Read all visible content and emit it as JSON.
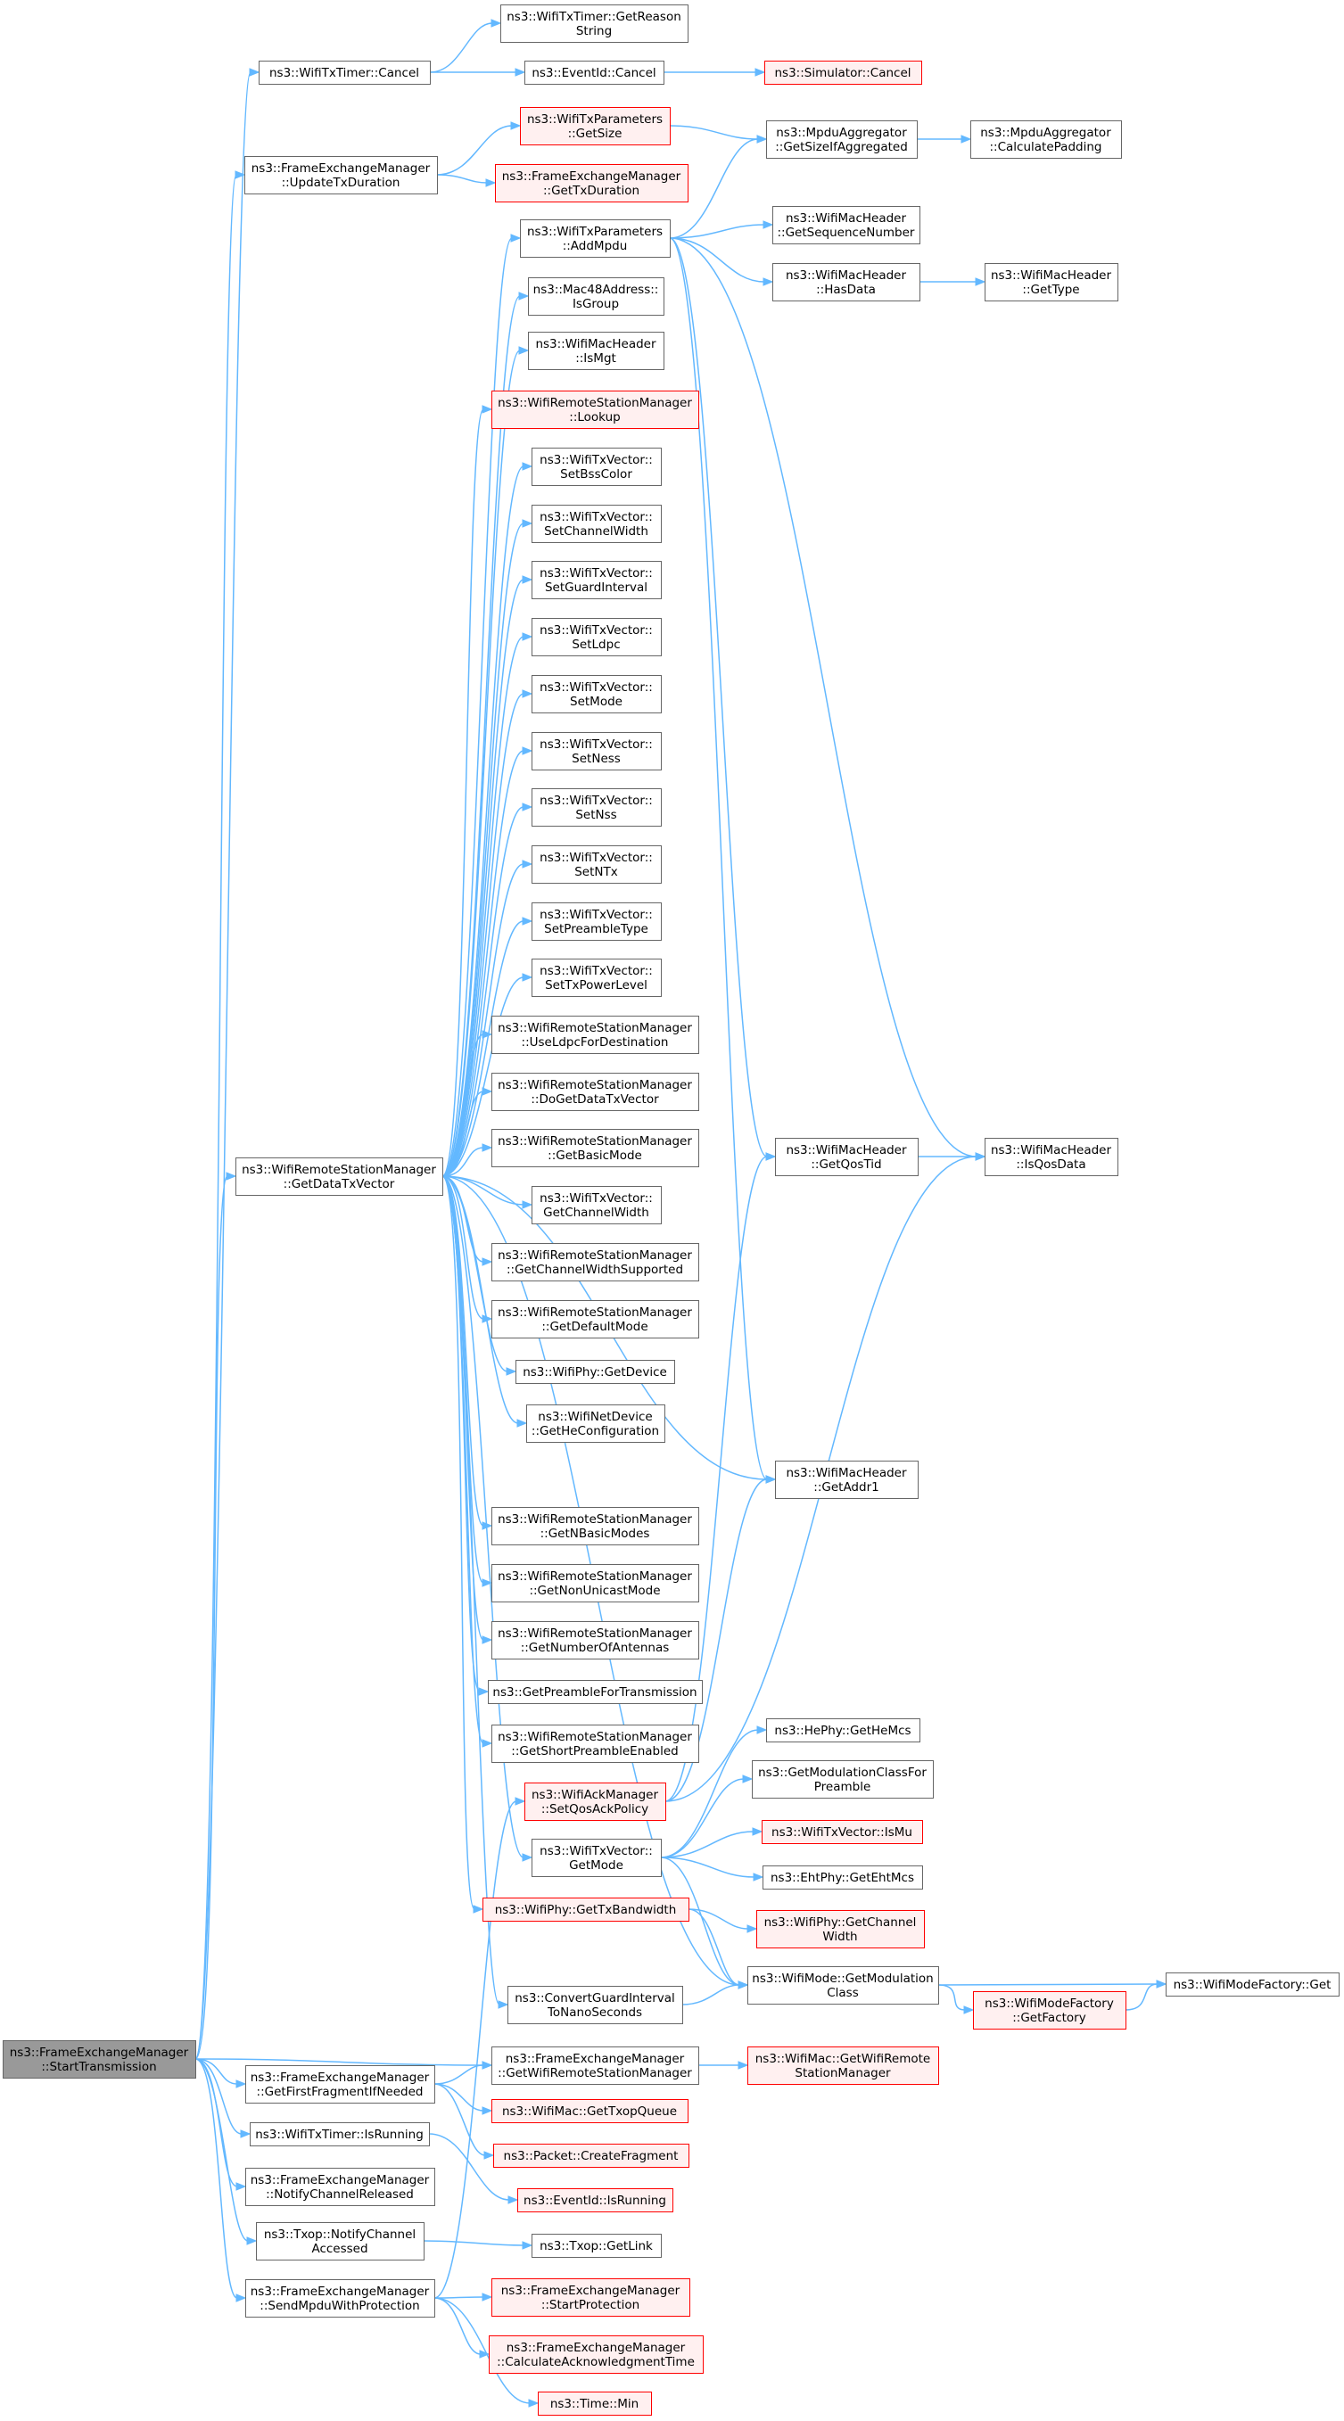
{
  "colors": {
    "edge": "#63b8ff",
    "node_fill": "#ffffff",
    "node_border": "#666666",
    "missing_fill": "#fff0f0",
    "missing_border": "#ff0000",
    "root_fill": "#999999",
    "root_border": "#666666"
  },
  "nodes": [
    {
      "id": "root",
      "lines": [
        "ns3::FrameExchangeManager",
        "::StartTransmission"
      ],
      "style": "root"
    },
    {
      "id": "txTimerCancel",
      "lines": [
        "ns3::WifiTxTimer::Cancel"
      ],
      "style": "normal"
    },
    {
      "id": "getReasonString",
      "lines": [
        "ns3::WifiTxTimer::GetReason",
        "String"
      ],
      "style": "normal"
    },
    {
      "id": "eventIdCancel",
      "lines": [
        "ns3::EventId::Cancel"
      ],
      "style": "normal"
    },
    {
      "id": "simulatorCancel",
      "lines": [
        "ns3::Simulator::Cancel"
      ],
      "style": "missing"
    },
    {
      "id": "updateTxDuration",
      "lines": [
        "ns3::FrameExchangeManager",
        "::UpdateTxDuration"
      ],
      "style": "normal"
    },
    {
      "id": "paramsGetSize",
      "lines": [
        "ns3::WifiTxParameters",
        "::GetSize"
      ],
      "style": "missing"
    },
    {
      "id": "getTxDuration",
      "lines": [
        "ns3::FrameExchangeManager",
        "::GetTxDuration"
      ],
      "style": "missing"
    },
    {
      "id": "getSizeIfAgg",
      "lines": [
        "ns3::MpduAggregator",
        "::GetSizeIfAggregated"
      ],
      "style": "normal"
    },
    {
      "id": "calcPadding",
      "lines": [
        "ns3::MpduAggregator",
        "::CalculatePadding"
      ],
      "style": "normal"
    },
    {
      "id": "addMpdu",
      "lines": [
        "ns3::WifiTxParameters",
        "::AddMpdu"
      ],
      "style": "normal"
    },
    {
      "id": "getSeqNum",
      "lines": [
        "ns3::WifiMacHeader",
        "::GetSequenceNumber"
      ],
      "style": "normal"
    },
    {
      "id": "hasData",
      "lines": [
        "ns3::WifiMacHeader",
        "::HasData"
      ],
      "style": "normal"
    },
    {
      "id": "getType",
      "lines": [
        "ns3::WifiMacHeader",
        "::GetType"
      ],
      "style": "normal"
    },
    {
      "id": "isGroup",
      "lines": [
        "ns3::Mac48Address::",
        "IsGroup"
      ],
      "style": "normal"
    },
    {
      "id": "isMgt",
      "lines": [
        "ns3::WifiMacHeader",
        "::IsMgt"
      ],
      "style": "normal"
    },
    {
      "id": "lookup",
      "lines": [
        "ns3::WifiRemoteStationManager",
        "::Lookup"
      ],
      "style": "missing"
    },
    {
      "id": "setBssColor",
      "lines": [
        "ns3::WifiTxVector::",
        "SetBssColor"
      ],
      "style": "normal"
    },
    {
      "id": "setChannelWidth",
      "lines": [
        "ns3::WifiTxVector::",
        "SetChannelWidth"
      ],
      "style": "normal"
    },
    {
      "id": "setGuardInterval",
      "lines": [
        "ns3::WifiTxVector::",
        "SetGuardInterval"
      ],
      "style": "normal"
    },
    {
      "id": "setLdpc",
      "lines": [
        "ns3::WifiTxVector::",
        "SetLdpc"
      ],
      "style": "normal"
    },
    {
      "id": "setMode",
      "lines": [
        "ns3::WifiTxVector::",
        "SetMode"
      ],
      "style": "normal"
    },
    {
      "id": "setNess",
      "lines": [
        "ns3::WifiTxVector::",
        "SetNess"
      ],
      "style": "normal"
    },
    {
      "id": "setNss",
      "lines": [
        "ns3::WifiTxVector::",
        "SetNss"
      ],
      "style": "normal"
    },
    {
      "id": "setNTx",
      "lines": [
        "ns3::WifiTxVector::",
        "SetNTx"
      ],
      "style": "normal"
    },
    {
      "id": "setPreambleType",
      "lines": [
        "ns3::WifiTxVector::",
        "SetPreambleType"
      ],
      "style": "normal"
    },
    {
      "id": "setTxPowerLevel",
      "lines": [
        "ns3::WifiTxVector::",
        "SetTxPowerLevel"
      ],
      "style": "normal"
    },
    {
      "id": "useLdpc",
      "lines": [
        "ns3::WifiRemoteStationManager",
        "::UseLdpcForDestination"
      ],
      "style": "normal"
    },
    {
      "id": "doGetDataTxVector",
      "lines": [
        "ns3::WifiRemoteStationManager",
        "::DoGetDataTxVector"
      ],
      "style": "normal"
    },
    {
      "id": "getDataTxVector",
      "lines": [
        "ns3::WifiRemoteStationManager",
        "::GetDataTxVector"
      ],
      "style": "normal"
    },
    {
      "id": "getBasicMode",
      "lines": [
        "ns3::WifiRemoteStationManager",
        "::GetBasicMode"
      ],
      "style": "normal"
    },
    {
      "id": "getQosTid",
      "lines": [
        "ns3::WifiMacHeader",
        "::GetQosTid"
      ],
      "style": "normal"
    },
    {
      "id": "isQosData",
      "lines": [
        "ns3::WifiMacHeader",
        "::IsQosData"
      ],
      "style": "normal"
    },
    {
      "id": "getChannelWidth",
      "lines": [
        "ns3::WifiTxVector::",
        "GetChannelWidth"
      ],
      "style": "normal"
    },
    {
      "id": "getChWidthSupported",
      "lines": [
        "ns3::WifiRemoteStationManager",
        "::GetChannelWidthSupported"
      ],
      "style": "normal"
    },
    {
      "id": "getDefaultMode",
      "lines": [
        "ns3::WifiRemoteStationManager",
        "::GetDefaultMode"
      ],
      "style": "normal"
    },
    {
      "id": "phyGetDevice",
      "lines": [
        "ns3::WifiPhy::GetDevice"
      ],
      "style": "normal"
    },
    {
      "id": "getHeConfig",
      "lines": [
        "ns3::WifiNetDevice",
        "::GetHeConfiguration"
      ],
      "style": "normal"
    },
    {
      "id": "getAddr1",
      "lines": [
        "ns3::WifiMacHeader",
        "::GetAddr1"
      ],
      "style": "normal"
    },
    {
      "id": "getNBasicModes",
      "lines": [
        "ns3::WifiRemoteStationManager",
        "::GetNBasicModes"
      ],
      "style": "normal"
    },
    {
      "id": "getNonUnicastMode",
      "lines": [
        "ns3::WifiRemoteStationManager",
        "::GetNonUnicastMode"
      ],
      "style": "normal"
    },
    {
      "id": "getNumAntennas",
      "lines": [
        "ns3::WifiRemoteStationManager",
        "::GetNumberOfAntennas"
      ],
      "style": "normal"
    },
    {
      "id": "getPreambleForTx",
      "lines": [
        "ns3::GetPreambleForTransmission"
      ],
      "style": "normal"
    },
    {
      "id": "getShortPreamble",
      "lines": [
        "ns3::WifiRemoteStationManager",
        "::GetShortPreambleEnabled"
      ],
      "style": "normal"
    },
    {
      "id": "hePhyGetHeMcs",
      "lines": [
        "ns3::HePhy::GetHeMcs"
      ],
      "style": "normal"
    },
    {
      "id": "setQosAckPolicy",
      "lines": [
        "ns3::WifiAckManager",
        "::SetQosAckPolicy"
      ],
      "style": "missing"
    },
    {
      "id": "getModClassForPreamble",
      "lines": [
        "ns3::GetModulationClassFor",
        "Preamble"
      ],
      "style": "normal"
    },
    {
      "id": "txVectorGetMode",
      "lines": [
        "ns3::WifiTxVector::",
        "GetMode"
      ],
      "style": "normal"
    },
    {
      "id": "isMu",
      "lines": [
        "ns3::WifiTxVector::IsMu"
      ],
      "style": "missing"
    },
    {
      "id": "getEhtMcs",
      "lines": [
        "ns3::EhtPhy::GetEhtMcs"
      ],
      "style": "normal"
    },
    {
      "id": "getTxBandwidth",
      "lines": [
        "ns3::WifiPhy::GetTxBandwidth"
      ],
      "style": "missing"
    },
    {
      "id": "phyGetChannelWidth",
      "lines": [
        "ns3::WifiPhy::GetChannel",
        "Width"
      ],
      "style": "missing"
    },
    {
      "id": "convertGI",
      "lines": [
        "ns3::ConvertGuardInterval",
        "ToNanoSeconds"
      ],
      "style": "normal"
    },
    {
      "id": "getModulationClass",
      "lines": [
        "ns3::WifiMode::GetModulation",
        "Class"
      ],
      "style": "normal"
    },
    {
      "id": "modeFactoryGet",
      "lines": [
        "ns3::WifiModeFactory::Get"
      ],
      "style": "normal"
    },
    {
      "id": "getFactory",
      "lines": [
        "ns3::WifiModeFactory",
        "::GetFactory"
      ],
      "style": "missing"
    },
    {
      "id": "getWifiRsm",
      "lines": [
        "ns3::FrameExchangeManager",
        "::GetWifiRemoteStationManager"
      ],
      "style": "normal"
    },
    {
      "id": "macGetWifiRsm",
      "lines": [
        "ns3::WifiMac::GetWifiRemote",
        "StationManager"
      ],
      "style": "missing"
    },
    {
      "id": "getFirstFragment",
      "lines": [
        "ns3::FrameExchangeManager",
        "::GetFirstFragmentIfNeeded"
      ],
      "style": "normal"
    },
    {
      "id": "getTxopQueue",
      "lines": [
        "ns3::WifiMac::GetTxopQueue"
      ],
      "style": "missing"
    },
    {
      "id": "txTimerIsRunning",
      "lines": [
        "ns3::WifiTxTimer::IsRunning"
      ],
      "style": "normal"
    },
    {
      "id": "createFragment",
      "lines": [
        "ns3::Packet::CreateFragment"
      ],
      "style": "missing"
    },
    {
      "id": "notifyChReleased",
      "lines": [
        "ns3::FrameExchangeManager",
        "::NotifyChannelReleased"
      ],
      "style": "normal"
    },
    {
      "id": "eventIdIsRunning",
      "lines": [
        "ns3::EventId::IsRunning"
      ],
      "style": "missing"
    },
    {
      "id": "notifyChAccessed",
      "lines": [
        "ns3::Txop::NotifyChannel",
        "Accessed"
      ],
      "style": "normal"
    },
    {
      "id": "txopGetLink",
      "lines": [
        "ns3::Txop::GetLink"
      ],
      "style": "normal"
    },
    {
      "id": "sendMpduWithProt",
      "lines": [
        "ns3::FrameExchangeManager",
        "::SendMpduWithProtection"
      ],
      "style": "normal"
    },
    {
      "id": "startProtection",
      "lines": [
        "ns3::FrameExchangeManager",
        "::StartProtection"
      ],
      "style": "missing"
    },
    {
      "id": "calcAckTime",
      "lines": [
        "ns3::FrameExchangeManager",
        "::CalculateAcknowledgmentTime"
      ],
      "style": "missing"
    },
    {
      "id": "timeMin",
      "lines": [
        "ns3::Time::Min"
      ],
      "style": "missing"
    }
  ],
  "edges": [
    [
      "root",
      "txTimerCancel"
    ],
    [
      "root",
      "updateTxDuration"
    ],
    [
      "root",
      "getDataTxVector"
    ],
    [
      "root",
      "getWifiRsm"
    ],
    [
      "root",
      "getFirstFragment"
    ],
    [
      "root",
      "txTimerIsRunning"
    ],
    [
      "root",
      "notifyChReleased"
    ],
    [
      "root",
      "notifyChAccessed"
    ],
    [
      "root",
      "sendMpduWithProt"
    ],
    [
      "txTimerCancel",
      "getReasonString"
    ],
    [
      "txTimerCancel",
      "eventIdCancel"
    ],
    [
      "eventIdCancel",
      "simulatorCancel"
    ],
    [
      "updateTxDuration",
      "paramsGetSize"
    ],
    [
      "updateTxDuration",
      "getTxDuration"
    ],
    [
      "paramsGetSize",
      "getSizeIfAgg"
    ],
    [
      "getSizeIfAgg",
      "calcPadding"
    ],
    [
      "addMpdu",
      "getSizeIfAgg"
    ],
    [
      "addMpdu",
      "getSeqNum"
    ],
    [
      "addMpdu",
      "hasData"
    ],
    [
      "addMpdu",
      "getQosTid"
    ],
    [
      "addMpdu",
      "isQosData"
    ],
    [
      "addMpdu",
      "getAddr1"
    ],
    [
      "hasData",
      "getType"
    ],
    [
      "getQosTid",
      "isQosData"
    ],
    [
      "getDataTxVector",
      "addMpdu"
    ],
    [
      "getDataTxVector",
      "isGroup"
    ],
    [
      "getDataTxVector",
      "isMgt"
    ],
    [
      "getDataTxVector",
      "lookup"
    ],
    [
      "getDataTxVector",
      "setBssColor"
    ],
    [
      "getDataTxVector",
      "setChannelWidth"
    ],
    [
      "getDataTxVector",
      "setGuardInterval"
    ],
    [
      "getDataTxVector",
      "setLdpc"
    ],
    [
      "getDataTxVector",
      "setMode"
    ],
    [
      "getDataTxVector",
      "setNess"
    ],
    [
      "getDataTxVector",
      "setNss"
    ],
    [
      "getDataTxVector",
      "setNTx"
    ],
    [
      "getDataTxVector",
      "setPreambleType"
    ],
    [
      "getDataTxVector",
      "setTxPowerLevel"
    ],
    [
      "getDataTxVector",
      "useLdpc"
    ],
    [
      "getDataTxVector",
      "doGetDataTxVector"
    ],
    [
      "getDataTxVector",
      "getBasicMode"
    ],
    [
      "getDataTxVector",
      "getChannelWidth"
    ],
    [
      "getDataTxVector",
      "getChWidthSupported"
    ],
    [
      "getDataTxVector",
      "getDefaultMode"
    ],
    [
      "getDataTxVector",
      "phyGetDevice"
    ],
    [
      "getDataTxVector",
      "getHeConfig"
    ],
    [
      "getDataTxVector",
      "getAddr1"
    ],
    [
      "getDataTxVector",
      "getNBasicModes"
    ],
    [
      "getDataTxVector",
      "getNonUnicastMode"
    ],
    [
      "getDataTxVector",
      "getNumAntennas"
    ],
    [
      "getDataTxVector",
      "getPreambleForTx"
    ],
    [
      "getDataTxVector",
      "getShortPreamble"
    ],
    [
      "getDataTxVector",
      "txVectorGetMode"
    ],
    [
      "getDataTxVector",
      "getTxBandwidth"
    ],
    [
      "getDataTxVector",
      "convertGI"
    ],
    [
      "getDataTxVector",
      "getModulationClass"
    ],
    [
      "setQosAckPolicy",
      "getQosTid"
    ],
    [
      "setQosAckPolicy",
      "getAddr1"
    ],
    [
      "setQosAckPolicy",
      "isQosData"
    ],
    [
      "txVectorGetMode",
      "hePhyGetHeMcs"
    ],
    [
      "txVectorGetMode",
      "getModClassForPreamble"
    ],
    [
      "txVectorGetMode",
      "isMu"
    ],
    [
      "txVectorGetMode",
      "getEhtMcs"
    ],
    [
      "txVectorGetMode",
      "getModulationClass"
    ],
    [
      "getTxBandwidth",
      "phyGetChannelWidth"
    ],
    [
      "getTxBandwidth",
      "getModulationClass"
    ],
    [
      "convertGI",
      "getModulationClass"
    ],
    [
      "getModulationClass",
      "modeFactoryGet"
    ],
    [
      "getModulationClass",
      "getFactory"
    ],
    [
      "getFactory",
      "modeFactoryGet"
    ],
    [
      "getWifiRsm",
      "macGetWifiRsm"
    ],
    [
      "getFirstFragment",
      "getTxopQueue"
    ],
    [
      "getFirstFragment",
      "createFragment"
    ],
    [
      "getFirstFragment",
      "getWifiRsm"
    ],
    [
      "txTimerIsRunning",
      "eventIdIsRunning"
    ],
    [
      "notifyChAccessed",
      "txopGetLink"
    ],
    [
      "sendMpduWithProt",
      "setQosAckPolicy"
    ],
    [
      "sendMpduWithProt",
      "startProtection"
    ],
    [
      "sendMpduWithProt",
      "calcAckTime"
    ],
    [
      "sendMpduWithProt",
      "timeMin"
    ]
  ]
}
